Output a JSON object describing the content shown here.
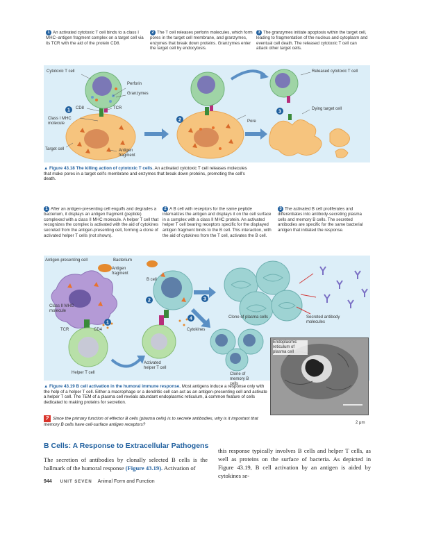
{
  "fig1": {
    "steps": [
      {
        "n": "1",
        "text": "An activated cytotoxic T cell binds to a class I MHC–antigen fragment complex on a target cell via its TCR with the aid of the protein CD8."
      },
      {
        "n": "2",
        "text": "The T cell releases perforin molecules, which form pores in the target cell membrane, and granzymes, enzymes that break down proteins. Granzymes enter the target cell by endocytosis."
      },
      {
        "n": "3",
        "text": "The granzymes initiate apoptosis within the target cell, leading to fragmentation of the nucleus and cytoplasm and eventual cell death. The released cytotoxic T cell can attack other target cells."
      }
    ],
    "labels": {
      "cytotoxic": "Cytotoxic T cell",
      "perforin": "Perforin",
      "granzymes": "Granzymes",
      "cd8": "CD8",
      "tcr": "TCR",
      "mhc": "Class I MHC molecule",
      "target": "Target cell",
      "antigen": "Antigen fragment",
      "pore": "Pore",
      "dying": "Dying target cell",
      "released": "Released cytotoxic T cell"
    },
    "markers": {
      "m1": "1",
      "m2": "2",
      "m3": "3"
    },
    "caption": {
      "tag": "▲ Figure 43.18",
      "title": "The killing action of cytotoxic T cells.",
      "text": " An activated cytotoxic T cell releases molecules that make pores in a target cell's membrane and enzymes that break down proteins, promoting the cell's death."
    }
  },
  "fig2": {
    "steps": [
      {
        "n": "1",
        "text": "After an antigen-presenting cell engulfs and degrades a bacterium, it displays an antigen fragment (peptide) complexed with a class II MHC molecule. A helper T cell that recognizes the complex is activated with the aid of cytokines secreted from the antigen-presenting cell, forming a clone of activated helper T cells (not shown)."
      },
      {
        "n": "2",
        "text": "A B cell with receptors for the same peptide internalizes the antigen and displays it on the cell surface in a complex with a class II MHC protein. An activated helper T cell bearing receptors specific for the displayed antigen fragment binds to the B cell. This interaction, with the aid of cytokines from the T cell, activates the B cell."
      },
      {
        "n": "3",
        "text": "The activated B cell proliferates and differentiates into antibody-secreting plasma cells and memory B cells. The secreted antibodies are specific for the same bacterial antigen that initiated the response."
      }
    ],
    "labels": {
      "apc": "Antigen-presenting cell",
      "bacterium": "Bacterium",
      "antigen": "Antigen fragment",
      "bcell": "B cell",
      "mhc": "Class II MHC molecule",
      "tcr": "TCR",
      "cd4": "CD4",
      "helper": "Helper T cell",
      "activated": "Activated helper T cell",
      "cytokines": "Cytokines",
      "plasma": "Clone of plasma cells",
      "secreted": "Secreted antibody molecules",
      "memory": "Clone of memory B cells",
      "er": "Endoplasmic reticulum of plasma cell",
      "scale": "2 μm"
    },
    "markers": {
      "m1": "1",
      "m2": "2",
      "m3": "3",
      "m4": "4"
    },
    "caption": {
      "tag": "▲ Figure 43.19",
      "title": "B cell activation in the humoral immune response.",
      "text": " Most antigens induce a response only with the help of a helper T cell. Either a macrophage or a dendritic cell can act as an antigen-presenting cell and activate a helper T cell. The TEM of a plasma cell reveals abundant endoplasmic reticulum, a common feature of cells dedicated to making proteins for secretion."
    },
    "question": {
      "mark": "?",
      "text": "Since the primary function of effector B cells (plasma cells) is to secrete antibodies, why is it important that memory B cells have cell-surface antigen receptors?"
    }
  },
  "section": {
    "heading": "B Cells: A Response to Extracellular Pathogens",
    "col1": "The secretion of antibodies by clonally selected B cells is the hallmark of the humoral response",
    "col1_ref": " (Figure 43.19).",
    "col1_end": " Activation of",
    "col2": "this response typically involves B cells and helper T cells, as well as proteins on the surface of bacteria. As depicted in Figure 43.19, B cell activation by an antigen is aided by cytokines se-"
  },
  "footer": {
    "page": "944",
    "unit": "UNIT SEVEN",
    "title": "Animal Form and Function"
  }
}
